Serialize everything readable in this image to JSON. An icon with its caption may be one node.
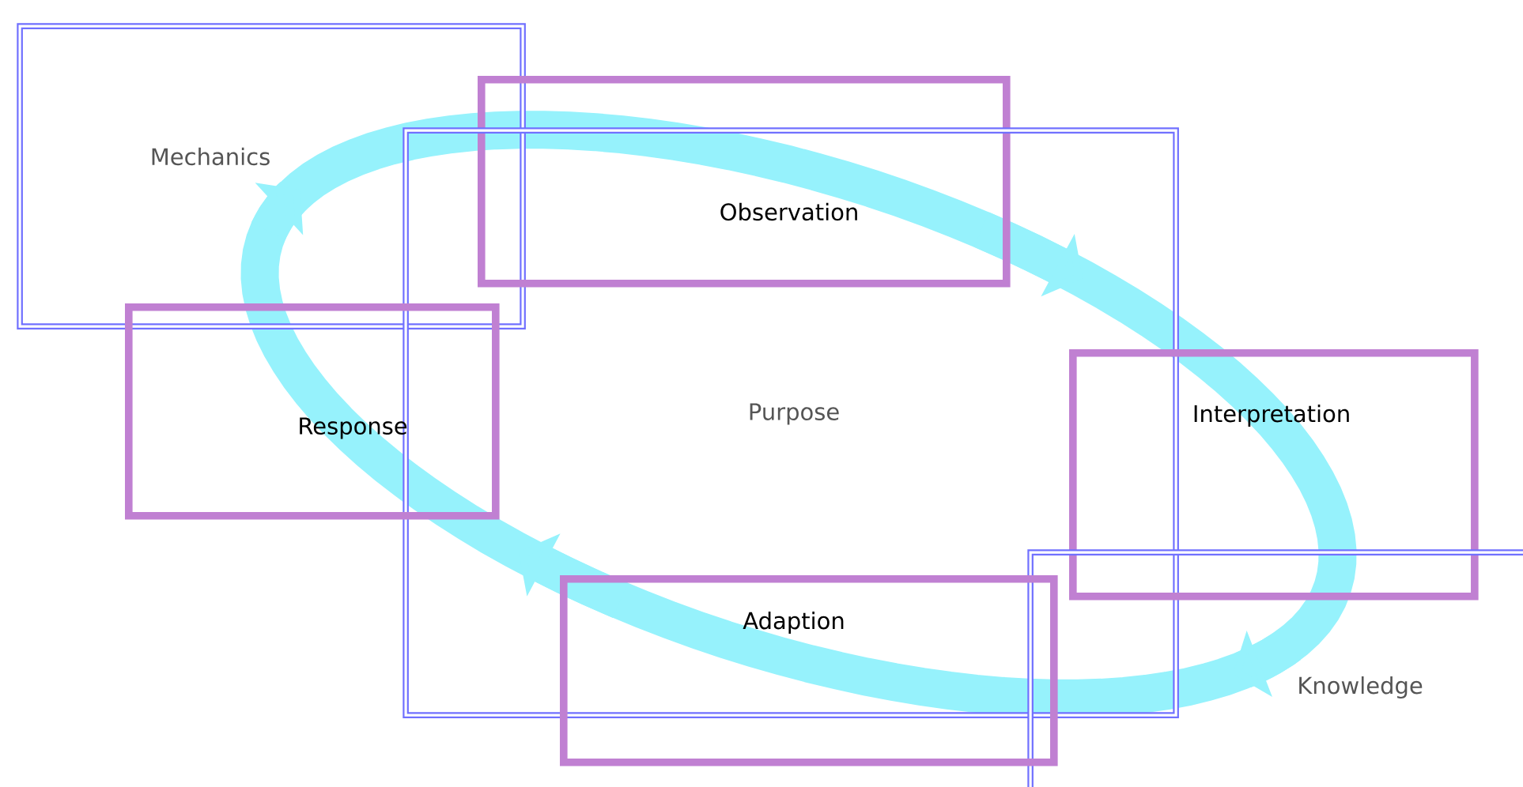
{
  "diagram": {
    "nodes": [
      {
        "text": [
          "Mechanics"
        ]
      },
      {
        "text": [
          "Observation"
        ]
      },
      {
        "text": [
          "Purpose"
        ]
      },
      {
        "text": [
          "Response"
        ]
      },
      {
        "text": [
          "Interpretation"
        ]
      },
      {
        "text": [
          "Knowledge"
        ]
      },
      {
        "text": [
          "Adaption"
        ]
      }
    ]
  }
}
